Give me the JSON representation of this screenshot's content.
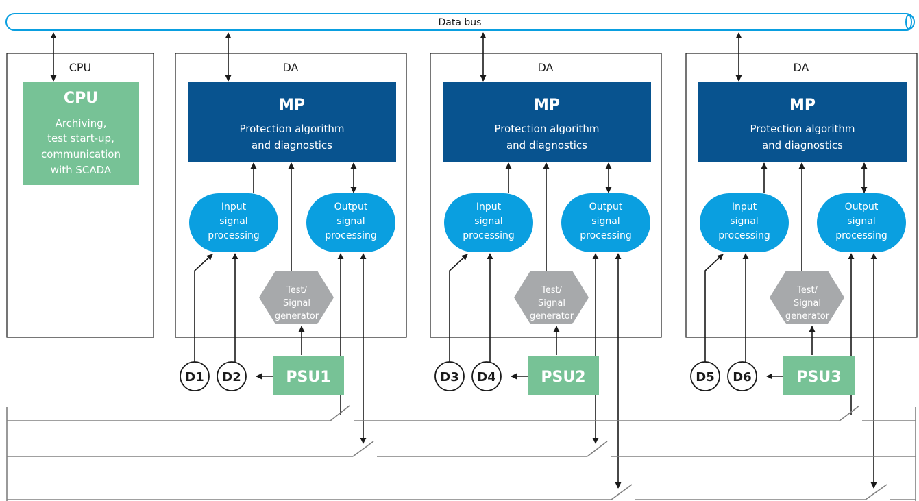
{
  "bus": {
    "label": "Data bus"
  },
  "cpu_panel": {
    "title": "CPU",
    "box_title": "CPU",
    "box_lines": [
      "Archiving,",
      "test start-up,",
      "communication",
      "with SCADA"
    ]
  },
  "da_panels": [
    {
      "title": "DA",
      "mp": {
        "title": "MP",
        "lines": [
          "Protection algorithm",
          "and diagnostics"
        ]
      },
      "input": {
        "lines": [
          "Input",
          "signal",
          "processing"
        ]
      },
      "output": {
        "lines": [
          "Output",
          "signal",
          "processing"
        ]
      },
      "generator": {
        "lines": [
          "Test/",
          "Signal",
          "generator"
        ]
      },
      "disks": [
        "D1",
        "D2"
      ],
      "psu": "PSU1"
    },
    {
      "title": "DA",
      "mp": {
        "title": "MP",
        "lines": [
          "Protection algorithm",
          "and diagnostics"
        ]
      },
      "input": {
        "lines": [
          "Input",
          "signal",
          "processing"
        ]
      },
      "output": {
        "lines": [
          "Output",
          "signal",
          "processing"
        ]
      },
      "generator": {
        "lines": [
          "Test/",
          "Signal",
          "generator"
        ]
      },
      "disks": [
        "D3",
        "D4"
      ],
      "psu": "PSU2"
    },
    {
      "title": "DA",
      "mp": {
        "title": "MP",
        "lines": [
          "Protection algorithm",
          "and diagnostics"
        ]
      },
      "input": {
        "lines": [
          "Input",
          "signal",
          "processing"
        ]
      },
      "output": {
        "lines": [
          "Output",
          "signal",
          "processing"
        ]
      },
      "generator": {
        "lines": [
          "Test/",
          "Signal",
          "generator"
        ]
      },
      "disks": [
        "D5",
        "D6"
      ],
      "psu": "PSU3"
    }
  ],
  "colors": {
    "mp_box": "#08538f",
    "processing": "#0a9fe0",
    "green_box": "#77c296",
    "generator": "#a7a9ab",
    "bus_stroke": "#0a9fe0"
  }
}
